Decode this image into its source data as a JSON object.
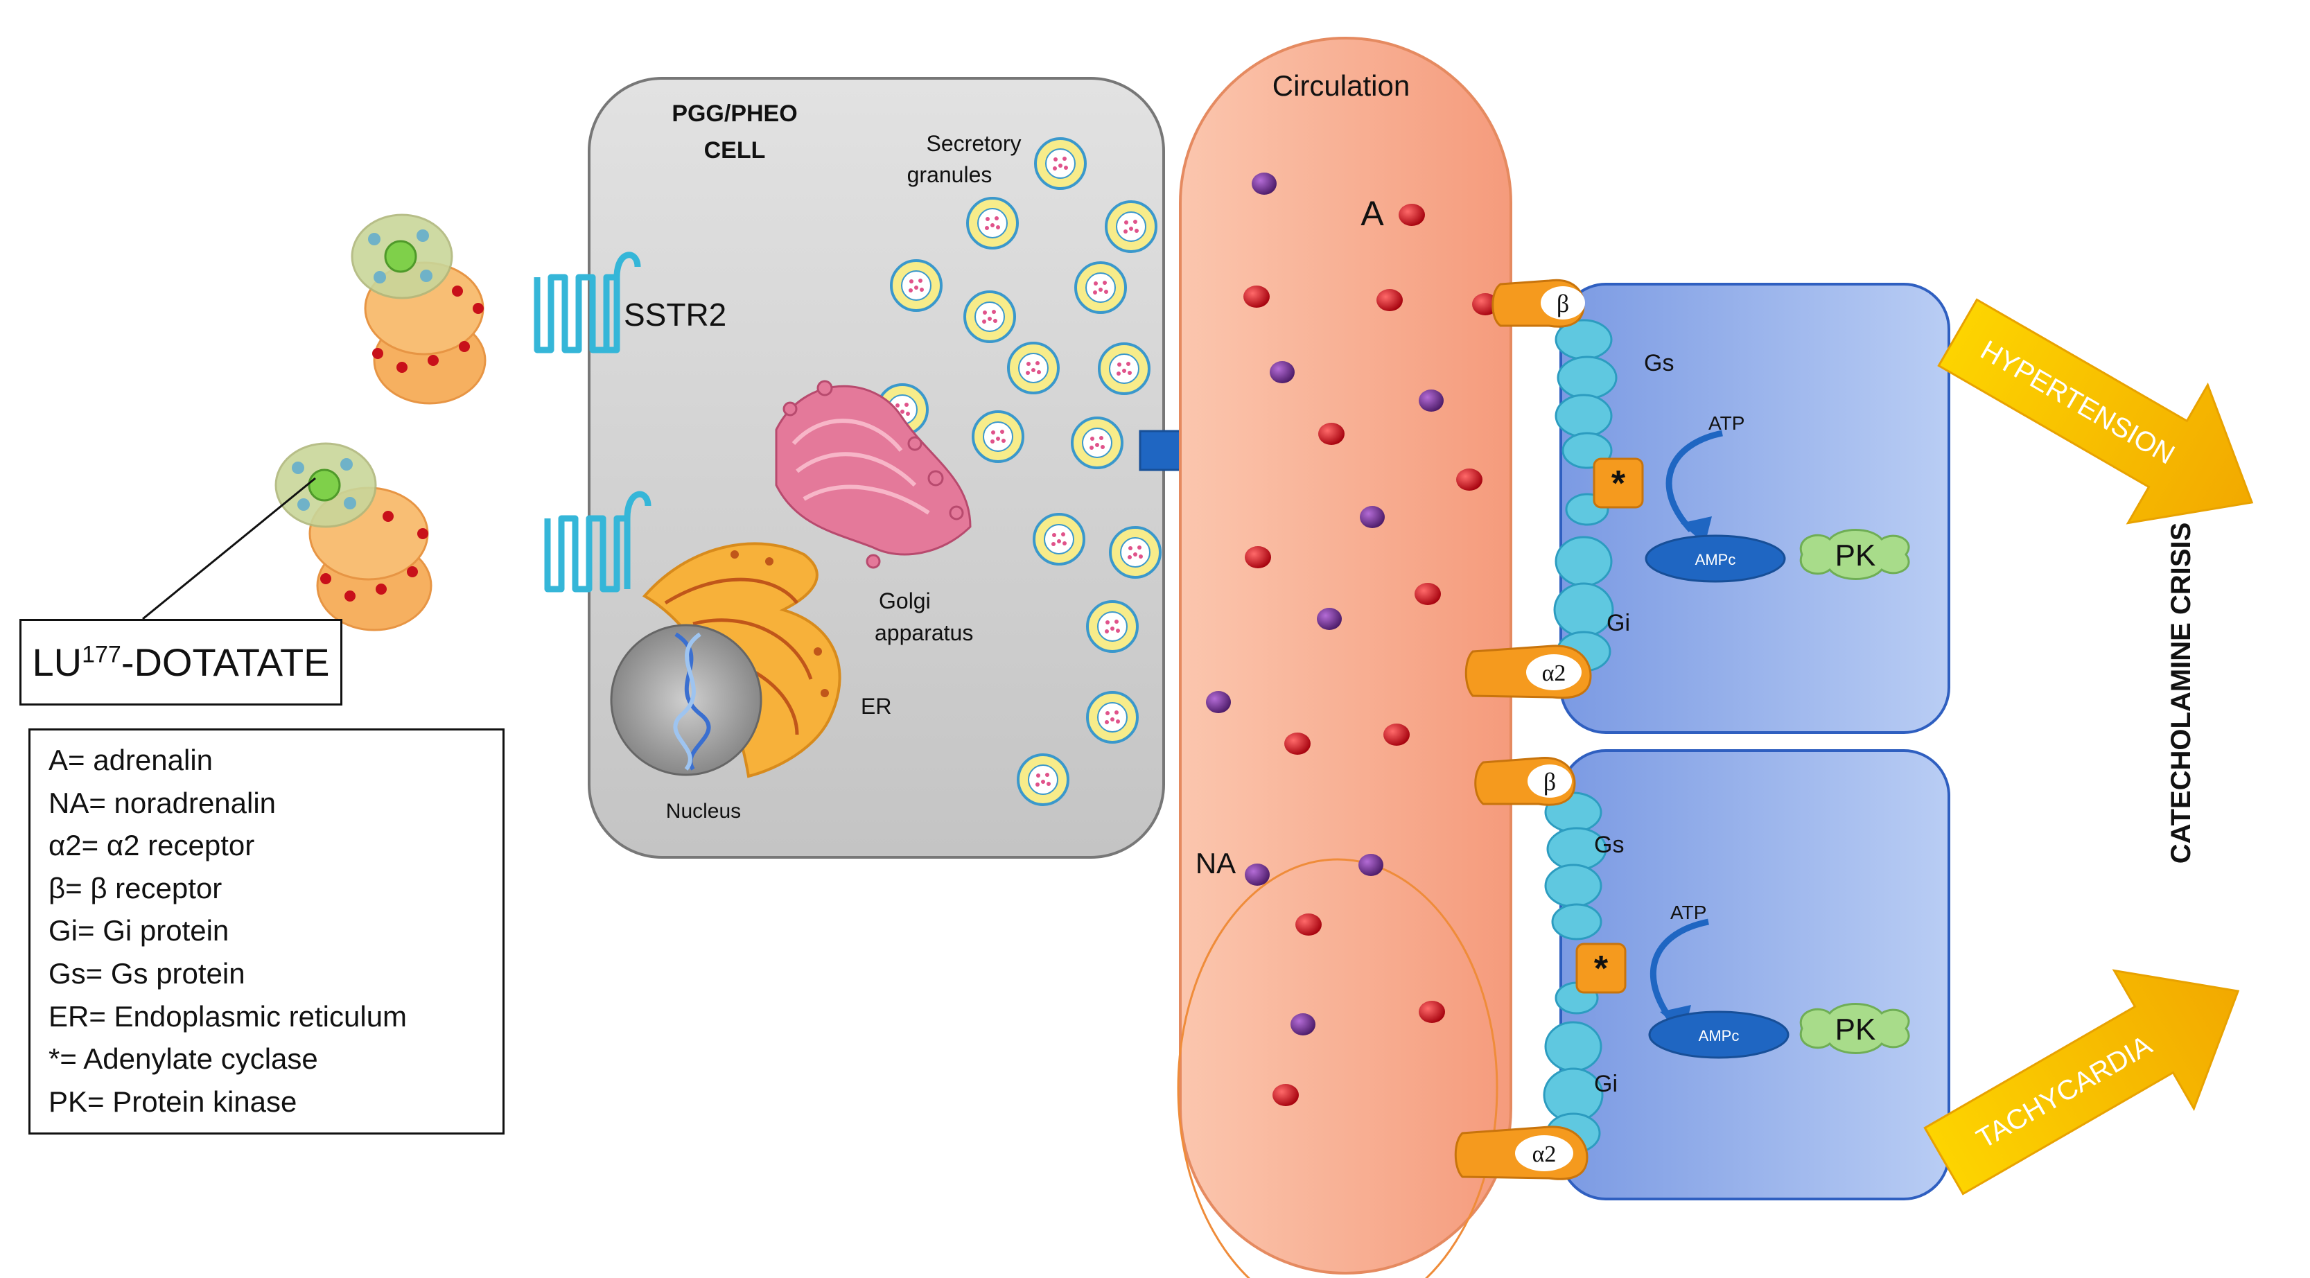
{
  "drug": {
    "prefix": "LU",
    "isotope": "177",
    "suffix": "-DOTATATE"
  },
  "cell": {
    "title_line1": "PGG/PHEO",
    "title_line2": "CELL",
    "receptor_label": "SSTR2",
    "granules_line1": "Secretory",
    "granules_line2": "granules",
    "golgi_line1": "Golgi",
    "golgi_line2": "apparatus",
    "er_label": "ER",
    "nucleus_label": "Nucleus"
  },
  "circulation": {
    "title": "Circulation",
    "a_label": "A",
    "na_label": "NA"
  },
  "effector_top": {
    "beta": "β",
    "gs": "Gs",
    "atp": "ATP",
    "cyclase": "*",
    "ampc": "AMPc",
    "pk": "PK",
    "gi": "Gi",
    "alpha2": "α2"
  },
  "effector_bottom": {
    "beta": "β",
    "gs": "Gs",
    "atp": "ATP",
    "cyclase": "*",
    "ampc": "AMPc",
    "pk": "PK",
    "gi": "Gi",
    "alpha2": "α2"
  },
  "outcomes": {
    "top": "HYPERTENSION",
    "bottom": "TACHYCARDIA",
    "crisis": "CATECHOLAMINE CRISIS"
  },
  "legend": [
    "A= adrenalin",
    "NA= noradrenalin",
    "α2= α2 receptor",
    "β= β receptor",
    "Gi= Gi protein",
    "Gs= Gs protein",
    "ER= Endoplasmic reticulum",
    "*= Adenylate cyclase",
    "PK= Protein kinase"
  ],
  "colors": {
    "cell_fill": "#d4d4d4",
    "circulation_fill": "#f7a98a",
    "effector_fill": "#8fa9e6",
    "receptor_orange": "#f59a1e",
    "g_protein_cyan": "#5fc8e0",
    "ampc_blue": "#1f66c2",
    "pk_green": "#a8dc8a",
    "arrow_blue": "#1f66c2",
    "outcome_arrow": "#f5b800",
    "adrenalin_dot": "#c8101a",
    "noradrenalin_dot": "#6a2a8a"
  }
}
